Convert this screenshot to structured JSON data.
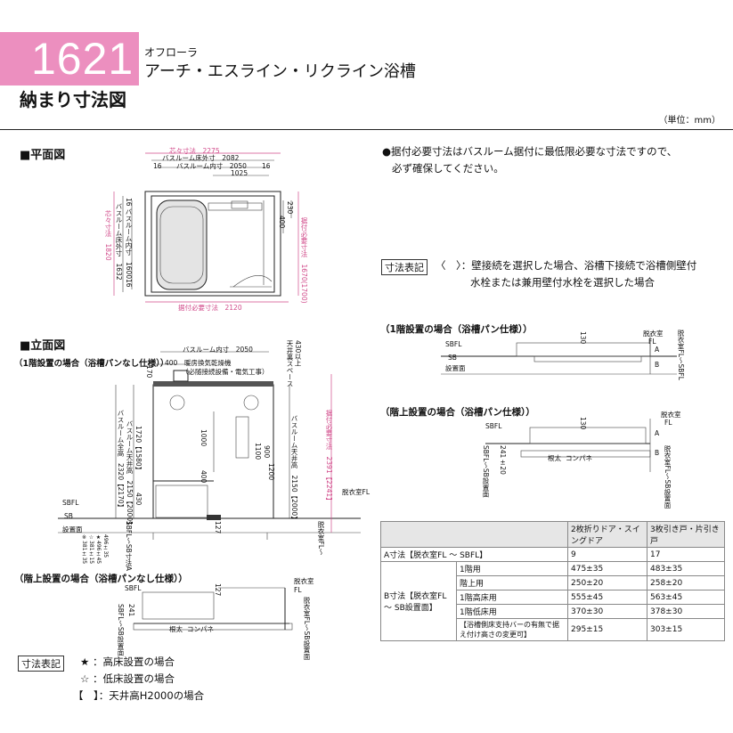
{
  "header": {
    "number": "1621",
    "series": "オフローラ",
    "product": "アーチ・エスライン・リクライン浴槽",
    "page_title": "納まり寸法図",
    "unit": "（単位：mm）"
  },
  "plan": {
    "title": "■平面図",
    "dims": {
      "shinshin_w": "芯々寸法　2275",
      "outer_w": "バスルーム床外寸　2082",
      "inner_w": "バスルーム内寸　2050",
      "left16a": "16",
      "right16a": "16",
      "d1025": "1025",
      "shinshin_h": "芯々寸法　1820",
      "outer_h": "バスルーム床外寸　1632",
      "inner_h": "バスルーム内寸　1600",
      "t16a": "16",
      "t16b": "16",
      "d400": "400",
      "d230": "230",
      "req_h": "据付必要寸法　1670(1700)",
      "req_w": "据付必要寸法　2120"
    }
  },
  "notes": {
    "bullet": "●据付必要寸法はバスルーム据付に最低限必要な寸法ですので、",
    "bullet2": "必ず確保してください。",
    "legend_label": "寸法表記",
    "paren_text": "〈　〉：壁接続を選択した場合、浴槽下接続で浴槽側壁付",
    "paren_text2": "水栓または兼用壁付水栓を選択した場合"
  },
  "elevation": {
    "title": "■立面図",
    "case1": "（1階設置の場合（浴槽パンなし仕様））",
    "dims": {
      "inner_w": "バスルーム内寸　2050",
      "d400": "400",
      "fan": "暖房換気乾燥機",
      "fan_note": "（必随接続設備・電気工事）",
      "d170": "170",
      "ceiling_space": "天井裏スペース",
      "ceiling_space2": "430以上",
      "total_h": "バスルーム全高　2320【2170】",
      "ceil_h": "バスルーム天井高　2150【2000】",
      "h1720": "1720【1580】",
      "d1000": "1000",
      "d1100": "1100",
      "d400b": "400",
      "d430": "430",
      "d900": "900",
      "d1200": "1200",
      "ceil_h2": "バスルーム天井高　2150【2000】",
      "req_h": "据付必要寸法　2391【2241】",
      "sbfl": "SBFL",
      "sb": "SB",
      "sb_surface": "設置面",
      "fl_datsu": "脱衣室FL",
      "d127": "127",
      "small1": "※381±35",
      "small2": "☆381±15",
      "small3": "★496±45",
      "small4": "496±35",
      "sbfl_sb": "SBFL〜SB寸法A",
      "datsui_fl": "脱衣室FL〜"
    }
  },
  "upper": {
    "case": "（階上設置の場合（浴槽パンなし仕様））",
    "sbfl": "SBFL",
    "d127": "127",
    "datsui": "脱衣室",
    "fl": "FL",
    "sb_text": "SBFL〜SB設置面",
    "kiso": "根太",
    "conpane": "コンパネ",
    "d241": "241",
    "datsui2": "脱衣室FL〜SB設置面"
  },
  "first_floor_pan": {
    "case": "（1階設置の場合（浴槽パン仕様））",
    "sbfl": "SBFL",
    "sb": "SB",
    "sb_surface": "設置面",
    "d130": "130",
    "datsui": "脱衣室",
    "fl": "FL",
    "a": "A",
    "b": "B",
    "side": "脱衣室FL〜SBFL"
  },
  "upper_pan": {
    "case": "（階上設置の場合（浴槽パン仕様））",
    "sbfl": "SBFL",
    "d130": "130",
    "datsui": "脱衣室",
    "fl": "FL",
    "a": "A",
    "b": "B",
    "kiso": "根太",
    "conpane": "コンパネ",
    "sb_text": "SBFL〜SB設置面",
    "d241": "241±20",
    "side": "脱衣室FL〜SB設置面"
  },
  "table": {
    "head": [
      "",
      "",
      "2枚折りドア・スイングドア",
      "3枚引き戸・片引き戸"
    ],
    "rowA": [
      "A寸法【脱衣室FL 〜 SBFL】",
      "9",
      "17"
    ],
    "rowB_label": "B寸法【脱衣室FL 〜 SB設置面】",
    "rowsB": [
      [
        "1階用",
        "475±35",
        "483±35"
      ],
      [
        "階上用",
        "250±20",
        "258±20"
      ],
      [
        "1階高床用",
        "555±45",
        "563±45"
      ],
      [
        "1階低床用",
        "370±30",
        "378±30"
      ],
      [
        "【浴槽側床支持バーの有無で据え付け高さの変更可】",
        "295±15",
        "303±15"
      ]
    ]
  },
  "legend": {
    "box": "寸法表記",
    "star": "★ ：高床設置の場合",
    "hollow": "☆ ：低床設置の場合",
    "bracket": "【　】：天井高H2000の場合"
  }
}
